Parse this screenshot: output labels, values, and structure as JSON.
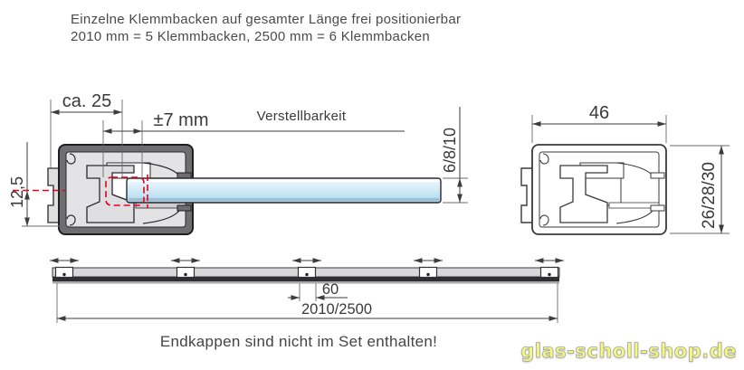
{
  "header": {
    "line1": "Einzelne Klemmbacken auf gesamter Länge frei positionierbar",
    "line2": "2010 mm = 5 Klemmbacken, 2500 mm = 6 Klemmbacken"
  },
  "side_view": {
    "dim_depth": "ca. 25",
    "dim_adjust": "±7 mm",
    "adjust_label": "Verstellbarkeit",
    "dim_center_height": "12,5",
    "dim_glass_thickness": "6/8/10"
  },
  "front_section": {
    "dim_width": "46",
    "dim_height": "26/28/30"
  },
  "top_view": {
    "clamp_count": 5,
    "dim_block_width": "60",
    "dim_length": "2010/2500"
  },
  "footer": {
    "note": "Endkappen sind nicht im Set enthalten!",
    "watermark": "glas-scholl-shop.de"
  },
  "colors": {
    "profile_frame": "#6e6e71",
    "profile_fill": "#e3e3e5",
    "glass_top": "#eef6fc",
    "glass_bottom": "#aed7ee",
    "highlight_red": "#e8001d",
    "line": "#3c3c3c",
    "watermark_yellow": "#f7f780"
  }
}
